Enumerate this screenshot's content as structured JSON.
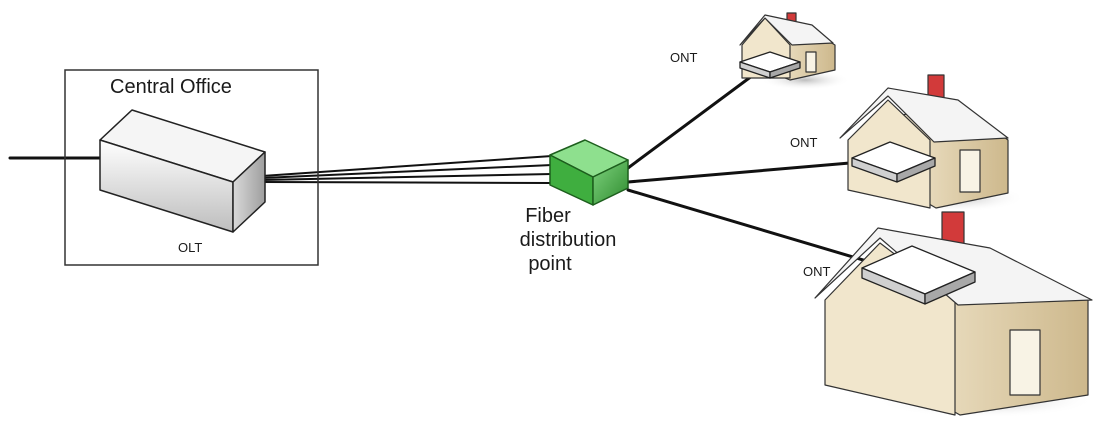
{
  "central_office": {
    "title": "Central Office",
    "olt_label": "OLT"
  },
  "fdp": {
    "line1": "Fiber",
    "line2": "distribution",
    "line3": "point"
  },
  "onts": [
    {
      "label": "ONT"
    },
    {
      "label": "ONT"
    },
    {
      "label": "ONT"
    }
  ],
  "colors": {
    "fiber": "#111111",
    "splitter": "#3fae3f",
    "roof": "#f3f3f3",
    "wall": "#e9dcc0",
    "chimney": "#d23a3a",
    "box": "#ffffff",
    "outline": "#2a2a2a"
  }
}
